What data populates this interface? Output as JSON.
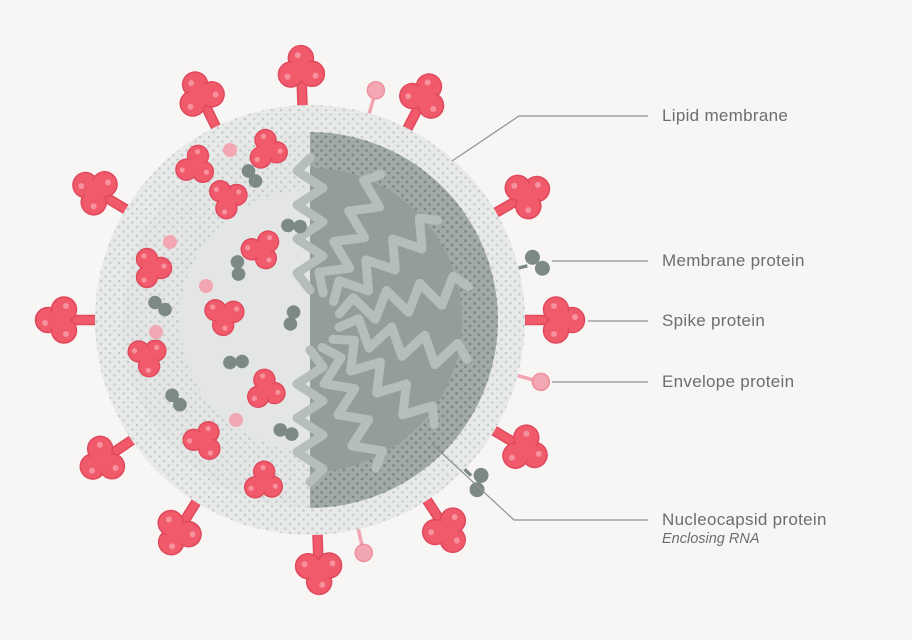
{
  "labels": {
    "lipid_membrane": "Lipid membrane",
    "membrane_protein": "Membrane protein",
    "spike_protein": "Spike protein",
    "envelope_protein": "Envelope protein",
    "nucleocapsid_protein": "Nucleocapsid protein",
    "nucleocapsid_note": "Enclosing RNA"
  },
  "colors": {
    "background": "#f7f6f5",
    "spike_red": "#f15a6b",
    "spike_red_outline": "#e0485c",
    "spike_highlight": "#f7919e",
    "envelope_pink": "#f3a7b2",
    "membrane_protein_gray": "#7d8987",
    "body_light": "#e3e6e5",
    "body_rim": "#e8eae9",
    "body_dark": "#a1aaa8",
    "body_dark_core": "#939e9c",
    "rna_ribbon": "#b6bebc",
    "dots_light": "#c7cccb",
    "dots_dark": "#7b8785",
    "label_text": "#6b6e6d",
    "leader_line": "#8f918f"
  }
}
